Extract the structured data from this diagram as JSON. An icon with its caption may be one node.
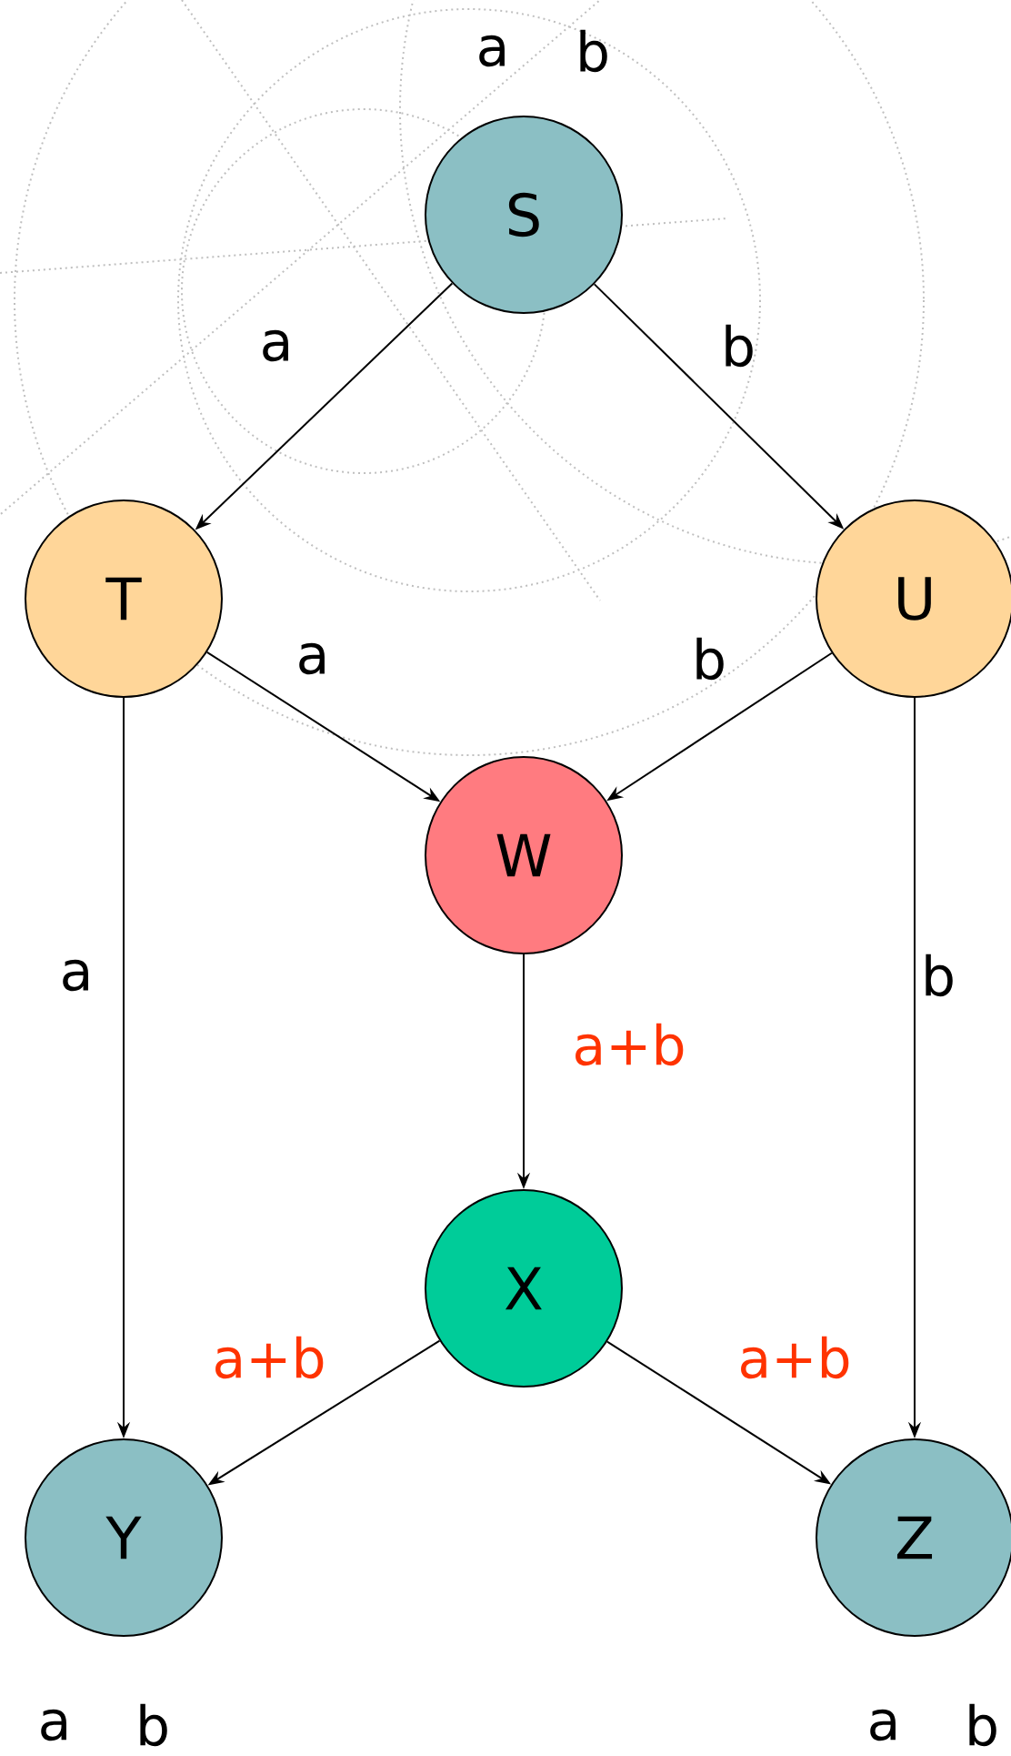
{
  "diagram": {
    "nodes": [
      {
        "text": [
          "S"
        ]
      },
      {
        "text": [
          "T"
        ]
      },
      {
        "text": [
          "U"
        ]
      },
      {
        "text": [
          "W"
        ]
      },
      {
        "text": [
          "X"
        ]
      },
      {
        "text": [
          "Y"
        ]
      },
      {
        "text": [
          "Z"
        ]
      }
    ],
    "edges": [
      {
        "from": 0,
        "to": 1,
        "arrow": "to",
        "label": "a"
      },
      {
        "from": 0,
        "to": 2,
        "arrow": "to",
        "label": "b"
      },
      {
        "from": 1,
        "to": 3,
        "arrow": "to",
        "label": "a"
      },
      {
        "from": 2,
        "to": 3,
        "arrow": "to",
        "label": "b"
      },
      {
        "from": 1,
        "to": 5,
        "arrow": "to",
        "label": "a"
      },
      {
        "from": 2,
        "to": 6,
        "arrow": "to",
        "label": "b"
      },
      {
        "from": 3,
        "to": 4,
        "arrow": "to",
        "label": "a+b"
      },
      {
        "from": 4,
        "to": 5,
        "arrow": "to",
        "label": "a+b"
      },
      {
        "from": 4,
        "to": 6,
        "arrow": "to",
        "label": "a+b"
      }
    ],
    "labels": [
      "a",
      "b",
      "a",
      "b",
      "a",
      "b"
    ]
  }
}
